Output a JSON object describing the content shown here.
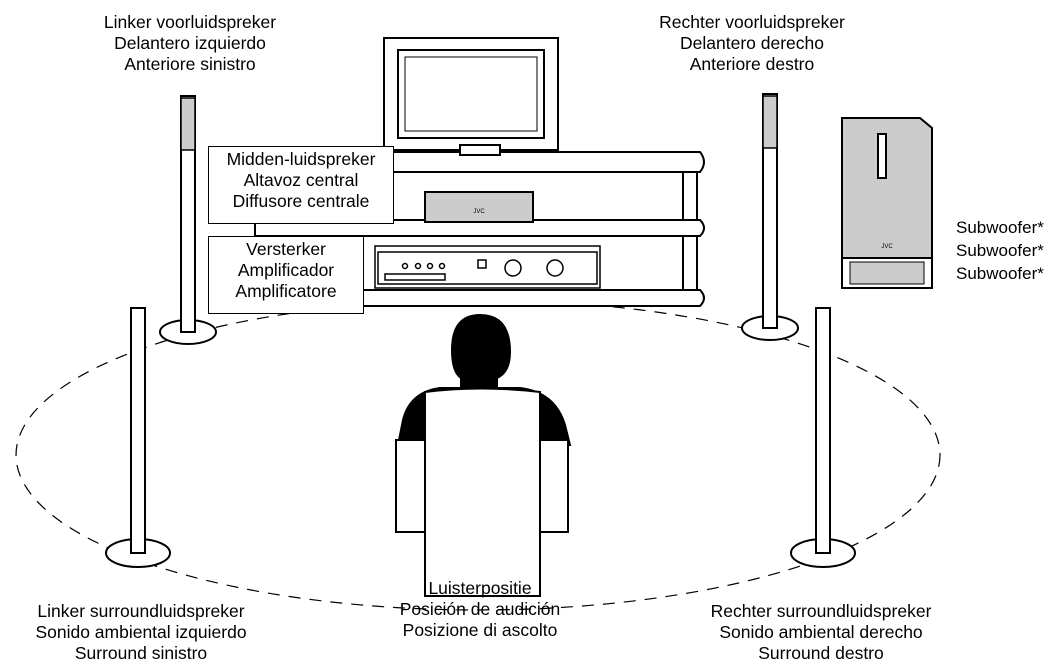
{
  "front_left": [
    "Linker voorluidspreker",
    "Delantero izquierdo",
    "Anteriore sinistro"
  ],
  "front_right": [
    "Rechter voorluidspreker",
    "Delantero derecho",
    "Anteriore destro"
  ],
  "center": [
    "Midden-luidspreker",
    "Altavoz central",
    "Diffusore centrale"
  ],
  "amplifier": [
    "Versterker",
    "Amplificador",
    "Amplificatore"
  ],
  "subwoofer": [
    "Subwoofer*",
    "Subwoofer*",
    "Subwoofer*"
  ],
  "listening": [
    "Luisterpositie",
    "Posición de audición",
    "Posizione di ascolto"
  ],
  "surround_left": [
    "Linker surroundluidspreker",
    "Sonido ambiental izquierdo",
    "Surround sinistro"
  ],
  "surround_right": [
    "Rechter surroundluidspreker",
    "Sonido ambiental derecho",
    "Surround destro"
  ],
  "brand": "JVC"
}
